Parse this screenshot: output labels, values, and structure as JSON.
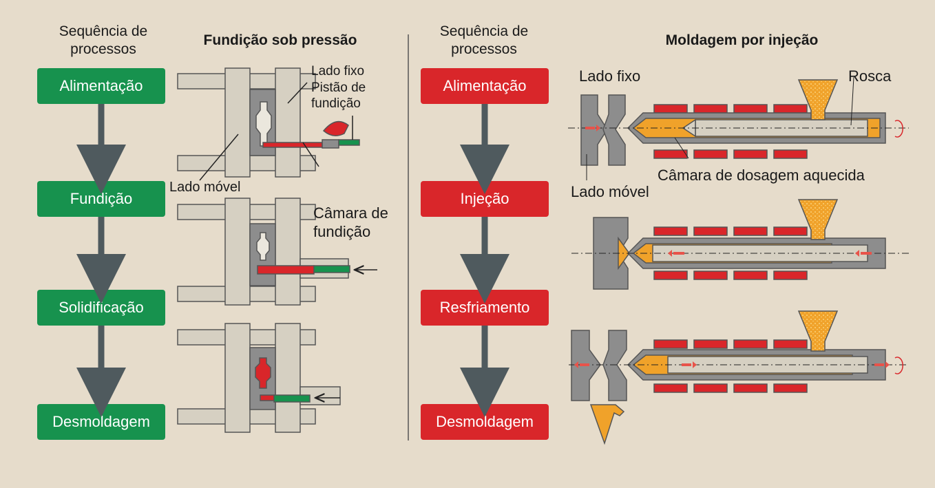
{
  "left": {
    "sequence_header": "Sequência de processos",
    "title": "Fundição sob pressão",
    "steps": [
      "Alimentação",
      "Fundição",
      "Solidificação",
      "Desmoldagem"
    ],
    "labels": {
      "fixed_side": "Lado fixo",
      "piston": "Pistão de fundição",
      "moving_side": "Lado móvel",
      "chamber": "Câmara de fundição"
    }
  },
  "right": {
    "sequence_header": "Sequência de processos",
    "title": "Moldagem por injeção",
    "steps": [
      "Alimentação",
      "Injeção",
      "Resfriamento",
      "Desmoldagem"
    ],
    "labels": {
      "fixed_side": "Lado fixo",
      "screw": "Rosca",
      "heated_chamber": "Câmara de dosagem aquecida",
      "moving_side": "Lado móvel"
    }
  },
  "colors": {
    "background": "#e6dccb",
    "green": "#17924e",
    "red": "#d9262a",
    "machine_gray": "#d6d0c2",
    "mold_gray": "#8d8d8d",
    "plastic_orange": "#f0a22a",
    "arrow_gray": "#4f5a5e"
  }
}
